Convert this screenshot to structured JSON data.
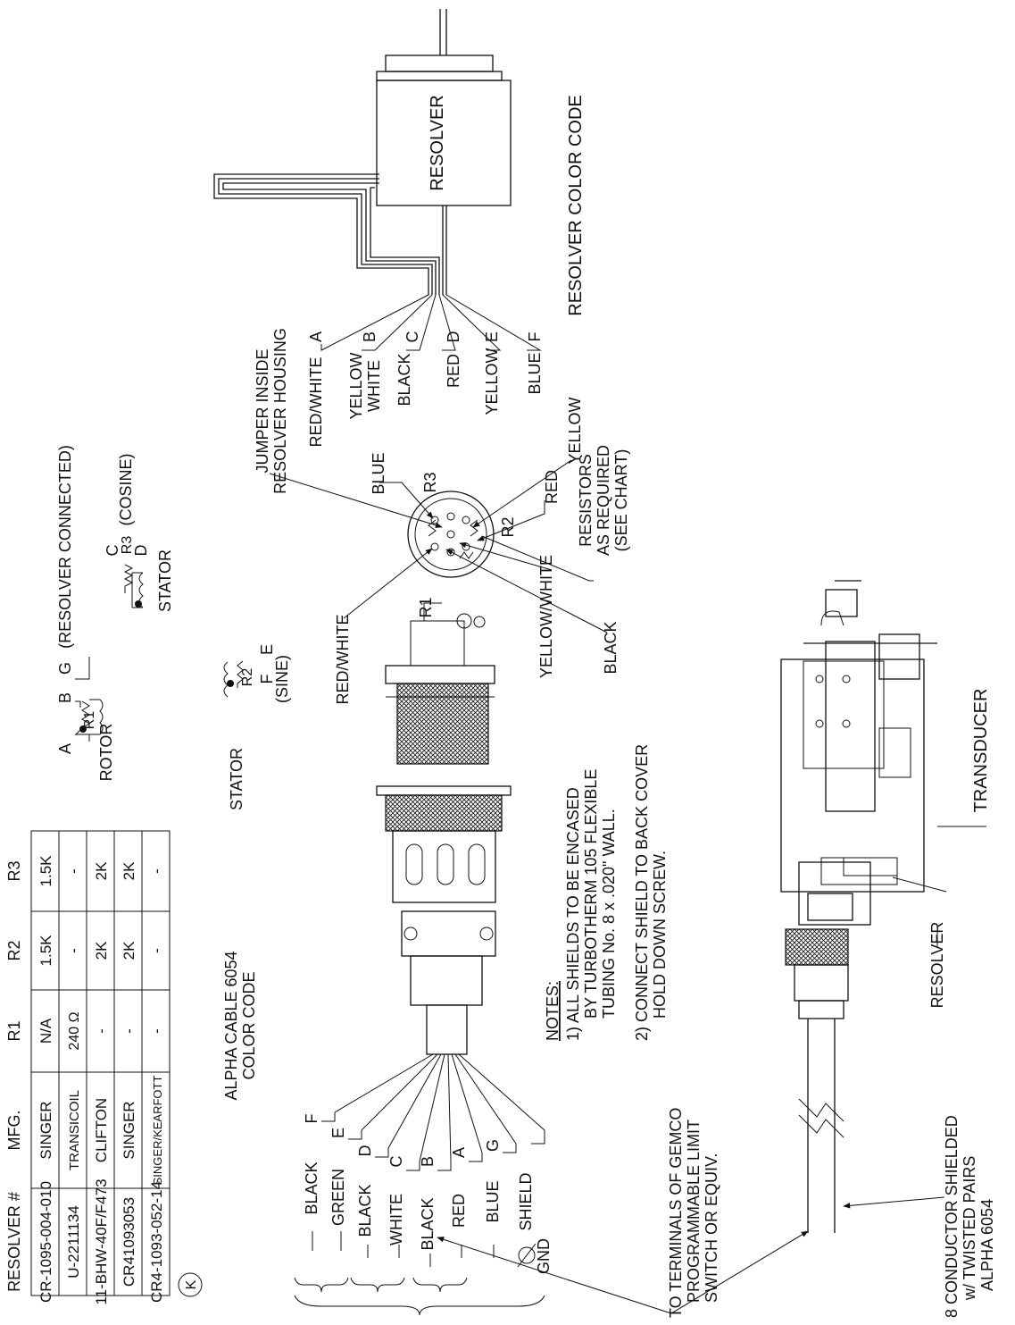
{
  "circle_label": "K",
  "resolver_table": {
    "headers": [
      "RESOLVER #",
      "MFG.",
      "R1",
      "R2",
      "R3"
    ],
    "rows": [
      [
        "CR-1095-004-010",
        "SINGER",
        "N/A",
        "1.5K",
        "1.5K"
      ],
      [
        "U-2211134",
        "TRANSICOIL",
        "240 Ω",
        "-",
        "-"
      ],
      [
        "11-BHW-40F/F473",
        "CLIFTON",
        "-",
        "2K",
        "2K"
      ],
      [
        "CR41093053",
        "SINGER",
        "-",
        "2K",
        "2K"
      ],
      [
        "CR4-1093-052-14",
        "SINGER/KEARFOTT",
        "-",
        "-",
        "-"
      ]
    ]
  },
  "schematic": {
    "rotor_label": "ROTOR",
    "stator_sine_label": "STATOR",
    "stator_cosine_label": "STATOR",
    "rotor_pins": [
      "A",
      "B",
      "G"
    ],
    "resolver_connected_note": "(RESOLVER CONNECTED)",
    "sine_pins": [
      "F",
      "E"
    ],
    "sine_label": "(SINE)",
    "cosine_pins": [
      "C",
      "D"
    ],
    "cosine_label": "(COSINE)",
    "r1": "R1",
    "r2": "R2",
    "r3": "R3"
  },
  "connector_face": {
    "red_white": "RED/WHITE",
    "yellow_white": "YELLOW/WHITE",
    "black": "BLACK",
    "blue": "BLUE",
    "yellow": "YELLOW",
    "red": "RED",
    "r1": "R1",
    "r2": "R2",
    "r3": "R3",
    "jumper_line1": "JUMPER INSIDE",
    "jumper_line2": "RESOLVER HOUSING",
    "resistors_line1": "RESISTORS",
    "resistors_line2": "AS REQUIRED",
    "resistors_line3": "(SEE CHART)"
  },
  "resolver_color_code": {
    "title": "RESOLVER COLOR CODE",
    "resolver_label": "RESOLVER",
    "leads": [
      {
        "color": "RED/WHITE",
        "pin": "A"
      },
      {
        "color": "YELLOW",
        "color2": "WHITE",
        "pin": "B"
      },
      {
        "color": "BLACK",
        "pin": "C"
      },
      {
        "color": "RED",
        "pin": "D"
      },
      {
        "color": "YELLOW",
        "pin": "E"
      },
      {
        "color": "BLUE",
        "pin": "F"
      }
    ]
  },
  "alpha_cable": {
    "title_line1": "ALPHA CABLE 6054",
    "title_line2": "COLOR CODE",
    "leads": [
      {
        "color": "BLACK",
        "pin": "F"
      },
      {
        "color": "GREEN",
        "pin": "E"
      },
      {
        "color": "BLACK",
        "pin": "D"
      },
      {
        "color": "WHITE",
        "pin": "C"
      },
      {
        "color": "BLACK",
        "pin": "B"
      },
      {
        "color": "RED",
        "pin": "A"
      },
      {
        "color": "BLUE",
        "pin": "G"
      }
    ],
    "shield_label": "SHIELD",
    "gnd_label": "GND"
  },
  "notes": {
    "title": "NOTES:",
    "note1_line1": "1) ALL SHIELDS TO BE ENCASED",
    "note1_line2": "BY TURBOTHERM 105 FLEXIBLE",
    "note1_line3": "TUBING No. 8 x .020\" WALL.",
    "note2_line1": "2) CONNECT SHIELD TO BACK COVER",
    "note2_line2": "HOLD DOWN SCREW."
  },
  "terminals_note": {
    "line1": "TO TERMINALS OF GEMCO",
    "line2": "PROGRAMMABLE LIMIT",
    "line3": "SWITCH OR EQUIV."
  },
  "cable_note": {
    "line1": "8 CONDUCTOR SHIELDED",
    "line2": "w/ TWISTED PAIRS",
    "line3": "ALPHA 6054"
  },
  "transducer": {
    "transducer_label": "TRANSDUCER",
    "resolver_label": "RESOLVER"
  }
}
